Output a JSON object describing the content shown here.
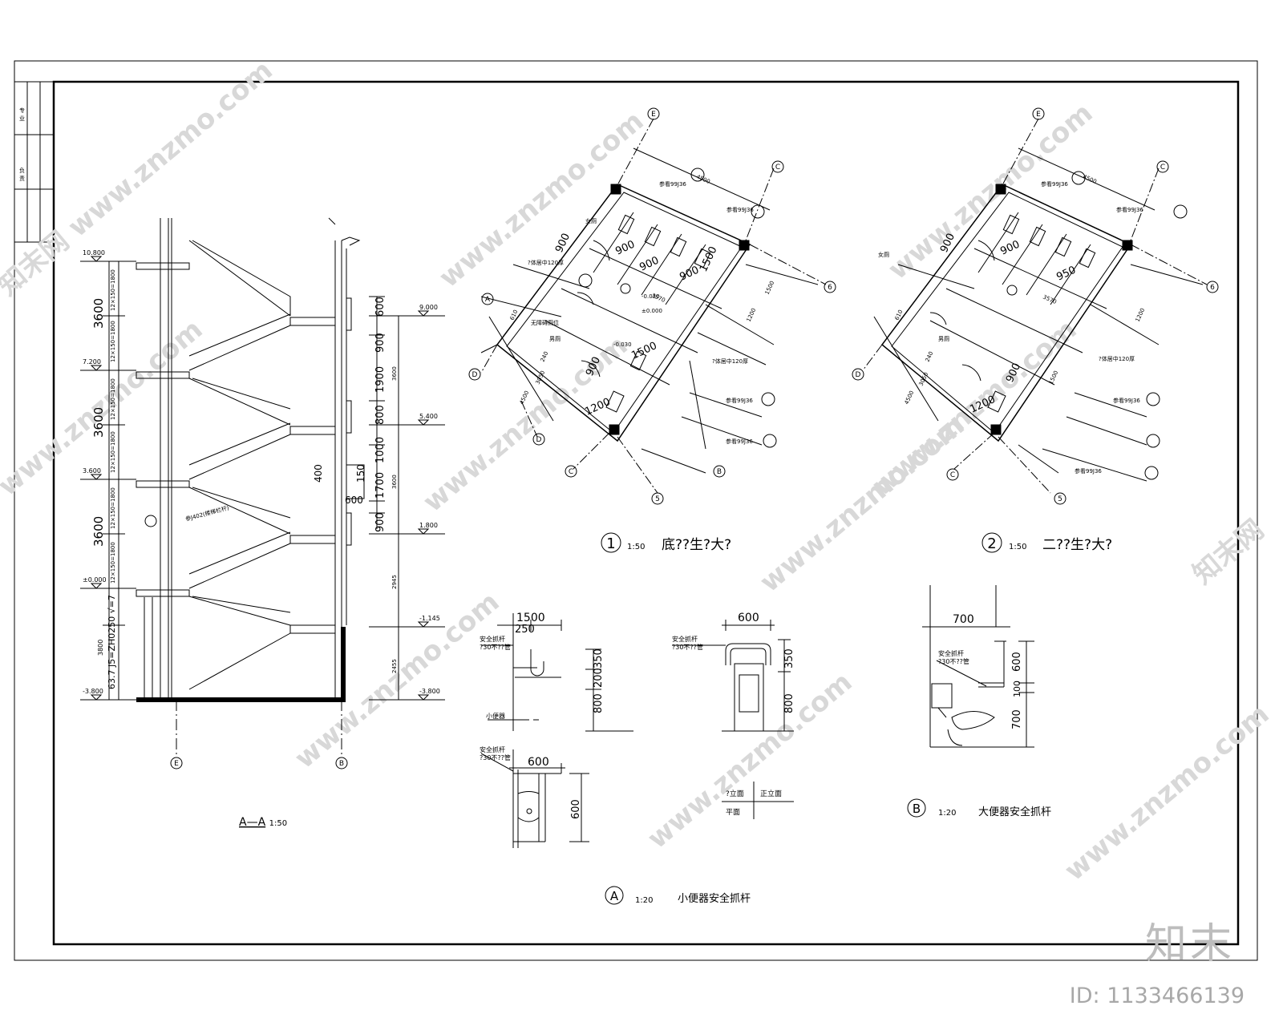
{
  "section": {
    "title": "A—A",
    "scale": "1:50",
    "left_dims": [
      "3600",
      "3600",
      "3600",
      "3800"
    ],
    "step_labels": [
      "12×150=1800",
      "12×150=1800",
      "12×150=1800",
      "12×150=1800",
      "12×150=1800",
      "12×150=1800"
    ],
    "levels": [
      "10.800",
      "7.200",
      "3.600",
      "±0.000",
      "-3.800"
    ],
    "right_levels": [
      "9.000",
      "5.400",
      "1.800",
      "-1.145",
      "-3.800"
    ],
    "right_dims": [
      "600",
      "900",
      "1900",
      "800",
      "1000",
      "1700",
      "900"
    ],
    "right_dims2": [
      "3600",
      "3600",
      "2945",
      "2455"
    ],
    "small_dims": [
      "400",
      "150",
      "600"
    ],
    "axis_left": "E",
    "axis_right": "B",
    "note": "参J402(楼梯栏杆)",
    "vertical_note": "63.7 J5=ZH0250 √=7"
  },
  "plan1": {
    "num": "1",
    "scale": "1:50",
    "title": "底??生?大?",
    "axes": [
      "E",
      "C",
      "6",
      "D",
      "D",
      "C",
      "5",
      "A",
      "B"
    ],
    "labels": [
      "?体居中120厚",
      "?体居中120厚",
      "参看99J36",
      "参看99J36",
      "参看99J36",
      "参看99J36",
      "男厕",
      "女厕",
      "无障碍厕位",
      "±0.000",
      "-0.030",
      "-0.030"
    ],
    "dims": [
      "4500",
      "900",
      "900",
      "900",
      "900",
      "1500",
      "1200",
      "1500",
      "3570",
      "4500",
      "3050",
      "900",
      "1200",
      "1500",
      "240",
      "610"
    ]
  },
  "plan2": {
    "num": "2",
    "scale": "1:50",
    "title": "二??生?大?",
    "axes": [
      "E",
      "C",
      "6",
      "D",
      "C",
      "5"
    ],
    "labels": [
      "?体居中120厚",
      "参看99J36",
      "参看99J36",
      "参看99J36",
      "参看99J36",
      "男厕",
      "女厕"
    ],
    "dims": [
      "4500",
      "900",
      "900",
      "950",
      "1200",
      "3570",
      "4500",
      "3050",
      "900",
      "1200",
      "1500",
      "240",
      "610"
    ]
  },
  "detailA": {
    "num": "A",
    "scale": "1:20",
    "title": "小便器安全抓杆",
    "dims_top": [
      "1500",
      "250"
    ],
    "dims_side": [
      "350",
      "200",
      "800"
    ],
    "dims_front": [
      "600",
      "350",
      "800"
    ],
    "dims_plan": [
      "600",
      "600"
    ],
    "rail_label": "安全抓杆",
    "rail_note": "?30不??管",
    "urinal_label": "小便器",
    "legend": [
      "?立面",
      "正立面",
      "平面"
    ]
  },
  "detailB": {
    "num": "B",
    "scale": "1:20",
    "title": "大便器安全抓杆",
    "dims_top": [
      "700"
    ],
    "dims_side": [
      "600",
      "100",
      "700"
    ],
    "rail_label": "安全抓杆",
    "rail_note": "?30不??管"
  },
  "title_block": [
    "专",
    "业",
    "负",
    "责"
  ],
  "watermark_text": "www.znzmo.com",
  "watermark_cn": "知末网",
  "brand": "知末",
  "doc_id": "ID: 1133466139"
}
